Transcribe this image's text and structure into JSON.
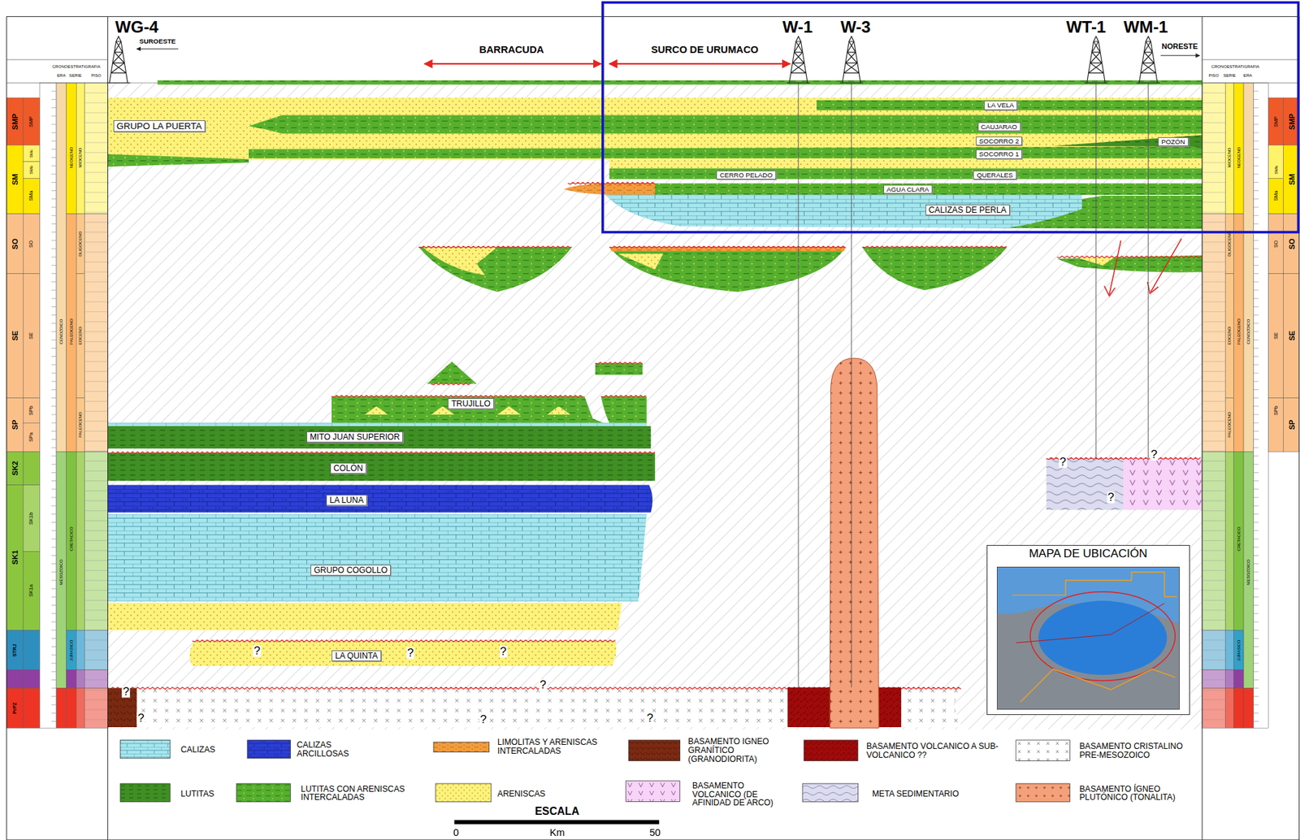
{
  "diagram": {
    "nodes": [
      {
        "text": [
          "GRUPO LA PUERTA"
        ]
      },
      {
        "text": [
          "LA VELA"
        ]
      },
      {
        "text": [
          "CAUJARAO"
        ]
      },
      {
        "text": [
          "SOCORRO 2"
        ]
      },
      {
        "text": [
          "SOCORRO 1"
        ]
      },
      {
        "text": [
          "POZÓN"
        ]
      },
      {
        "text": [
          "CERRO PELADO"
        ]
      },
      {
        "text": [
          "QUERALES"
        ]
      },
      {
        "text": [
          "AGUA CLARA"
        ]
      },
      {
        "text": [
          "CALIZAS DE PERLA"
        ]
      },
      {
        "text": [
          "TRUJILLO"
        ]
      },
      {
        "text": [
          "MITO JUAN SUPERIOR"
        ]
      },
      {
        "text": [
          "COLÓN"
        ]
      },
      {
        "text": [
          "LA LUNA"
        ]
      },
      {
        "text": [
          "GRUPO COGOLLO"
        ]
      },
      {
        "text": [
          "LA QUINTA"
        ]
      },
      {
        "text": [
          "MAPA DE UBICACIÓN"
        ]
      }
    ],
    "labels": [
      "WG-4",
      "SUROESTE",
      "BARRACUDA",
      "SURCO DE URUMACO",
      "W-1",
      "W-3",
      "WT-1",
      "WM-1",
      "NORESTE",
      "CRONOESTRATIGRAFIA",
      "ERA",
      "SERIE",
      "PISO",
      "SMP",
      "SM",
      "SO",
      "SE",
      "SP",
      "SK2",
      "SK1",
      "STRJ",
      "PrPZ",
      "SMP",
      "SMc",
      "SMb",
      "SMa",
      "SO",
      "SE",
      "SPb",
      "SPa",
      "SK1b",
      "SK1a",
      "CENOZOICO",
      "MESOZOICO",
      "NEOGENO",
      "PALEOGENO",
      "CRETACICO",
      "JURASICO",
      "MIOCENO",
      "OLIGOCENO",
      "EOCENO",
      "PALEOCENO",
      "CRONOESTRATIGRAFIA",
      "PISO",
      "SERIE",
      "ERA",
      "SMP",
      "SM",
      "SO",
      "SE",
      "SP",
      "SMP",
      "SMb",
      "SMa",
      "SO",
      "SE",
      "SPb",
      "CENOZOICO",
      "MESOZOICO",
      "NEOGENO",
      "PALEOGENO",
      "CRETACICO",
      "JURASICO",
      "MIOCENO",
      "OLIGOCENO",
      "EOCENO",
      "PALEOCENO",
      "?",
      "?",
      "?",
      "?",
      "?",
      "?",
      "?",
      "?",
      "?",
      "?",
      "?",
      "ESCALA",
      "0",
      "Km",
      "50"
    ],
    "legend": [
      {
        "text": "CALIZAS",
        "color": "#a6e6ee"
      },
      {
        "text": "CALIZAS ARCILLOSAS",
        "color": "#2b3fd6"
      },
      {
        "text": "LIMOLITAS Y ARENISCAS INTERCALADAS",
        "color": "#f39c3c"
      },
      {
        "text": "BASAMENTO IGNEO GRANÍTICO (GRANODIORITA)",
        "color": "#7b2a12"
      },
      {
        "text": "BASAMENTO VOLCANICO A SUB-VOLCANICO ??",
        "color": "#a00a0a"
      },
      {
        "text": "BASAMENTO CRISTALINO PRE-MESOZOICO",
        "color": "#ffffff"
      },
      {
        "text": "LUTITAS",
        "color": "#3f8f24"
      },
      {
        "text": "LUTITAS CON ARENISCAS INTERCALADAS",
        "color": "#56b02e"
      },
      {
        "text": "ARENISCAS",
        "color": "#fff27a"
      },
      {
        "text": "BASAMENTO VOLCANICO (DE AFINIDAD DE ARCO)",
        "color": "#f8d4f8"
      },
      {
        "text": "META SEDIMENTARIO",
        "color": "#dcdcf0"
      },
      {
        "text": "BASAMENTO ÍGNEO PLUTÓNICO (TONALITA)",
        "color": "#f4a07a"
      }
    ]
  }
}
